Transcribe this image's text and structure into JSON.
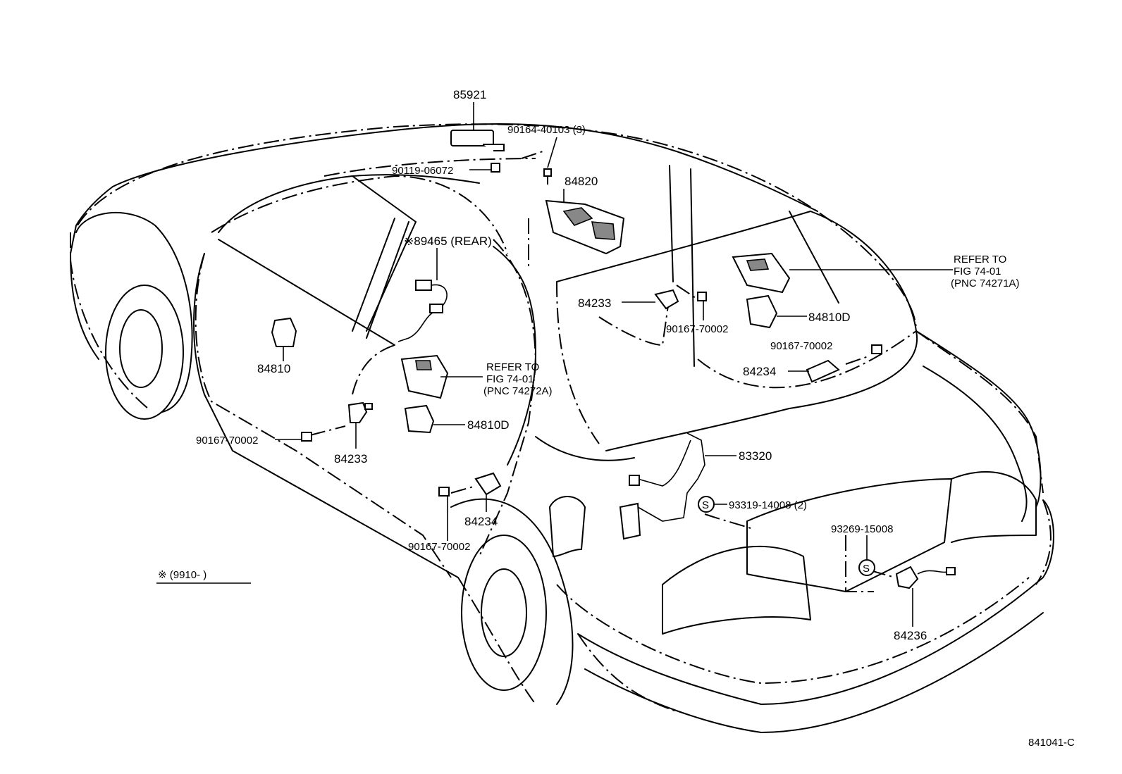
{
  "labels": {
    "p85921": "85921",
    "p90164": "90164-40103 (3)",
    "p90119": "90119-06072",
    "p84820": "84820",
    "p89465": "※89465 (REAR)",
    "refer_right_1": "REFER TO",
    "refer_right_2": "FIG 74-01",
    "refer_right_3": "(PNC 74271A)",
    "p84233_right": "84233",
    "p90167_center": "90167-70002",
    "p84810D_right": "84810D",
    "p90167_right": "90167-70002",
    "p84234_right": "84234",
    "p84810": "84810",
    "refer_center_1": "REFER TO",
    "refer_center_2": "FIG 74-01",
    "refer_center_3": "(PNC 74272A)",
    "p84810D_center": "84810D",
    "p90167_left": "90167-70002",
    "p84233_left": "84233",
    "p83320": "83320",
    "p93319": "93319-14008 (2)",
    "p84234_bottom": "84234",
    "p93269": "93269-15008",
    "p90167_bottom": "90167-70002",
    "note": "※ (9910-      )",
    "p84236": "84236",
    "figure_id": "841041-C",
    "s_mark": "S"
  }
}
